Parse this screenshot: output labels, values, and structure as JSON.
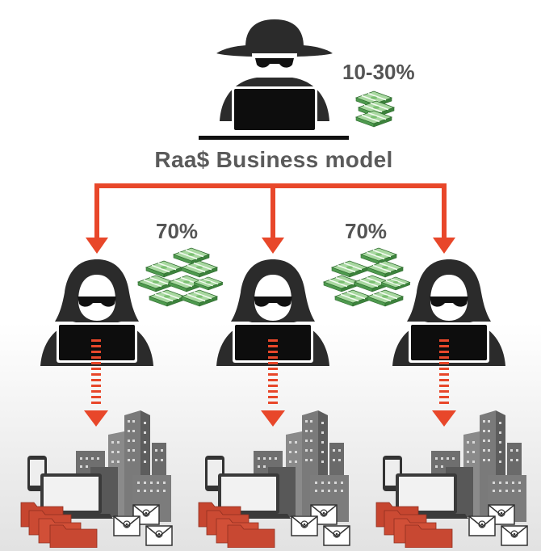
{
  "diagram": {
    "title": "Raa$ Business model",
    "operator": {
      "share": "10-30%",
      "icon": "hacker-top-hat-icon"
    },
    "affiliates": [
      {
        "icon": "hooded-hacker-icon"
      },
      {
        "icon": "hooded-hacker-icon"
      },
      {
        "icon": "hooded-hacker-icon"
      }
    ],
    "affiliate_share_left": "70%",
    "affiliate_share_right": "70%",
    "icons": {
      "money": "money-stack-icon",
      "targets": "organization-targets-icon",
      "arrows": "red-arrow-icon"
    },
    "colors": {
      "arrow": "#e8472a",
      "hacker": "#2b2b2b",
      "money": "#4e9a4e",
      "folder": "#c6452f",
      "building": "#6f6f6f",
      "text": "#5a5a5a"
    }
  }
}
